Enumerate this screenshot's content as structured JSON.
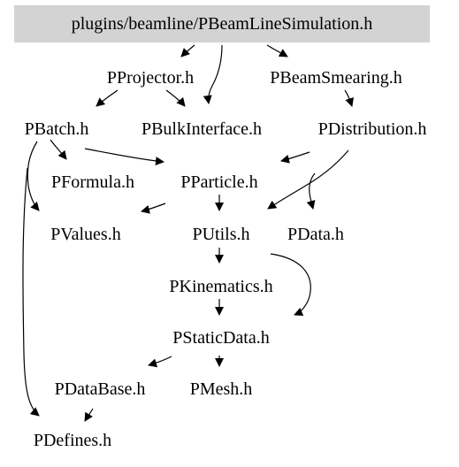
{
  "diagram": {
    "root": {
      "id": "root",
      "label": "plugins/beamline/PBeamLineSimulation.h"
    },
    "nodes": [
      {
        "id": "projector",
        "label": "PProjector.h"
      },
      {
        "id": "beamsmearing",
        "label": "PBeamSmearing.h"
      },
      {
        "id": "batch",
        "label": "PBatch.h"
      },
      {
        "id": "bulkinterface",
        "label": "PBulkInterface.h"
      },
      {
        "id": "distribution",
        "label": "PDistribution.h"
      },
      {
        "id": "formula",
        "label": "PFormula.h"
      },
      {
        "id": "particle",
        "label": "PParticle.h"
      },
      {
        "id": "values",
        "label": "PValues.h"
      },
      {
        "id": "utils",
        "label": "PUtils.h"
      },
      {
        "id": "data",
        "label": "PData.h"
      },
      {
        "id": "kinematics",
        "label": "PKinematics.h"
      },
      {
        "id": "staticdata",
        "label": "PStaticData.h"
      },
      {
        "id": "database",
        "label": "PDataBase.h"
      },
      {
        "id": "mesh",
        "label": "PMesh.h"
      },
      {
        "id": "defines",
        "label": "PDefines.h"
      }
    ],
    "edges": [
      {
        "from": "root",
        "to": "projector"
      },
      {
        "from": "root",
        "to": "bulkinterface"
      },
      {
        "from": "root",
        "to": "beamsmearing"
      },
      {
        "from": "projector",
        "to": "batch"
      },
      {
        "from": "projector",
        "to": "bulkinterface"
      },
      {
        "from": "batch",
        "to": "formula"
      },
      {
        "from": "batch",
        "to": "particle"
      },
      {
        "from": "batch",
        "to": "values"
      },
      {
        "from": "batch",
        "to": "defines"
      },
      {
        "from": "beamsmearing",
        "to": "distribution"
      },
      {
        "from": "distribution",
        "to": "particle"
      },
      {
        "from": "distribution",
        "to": "utils"
      },
      {
        "from": "distribution",
        "to": "data"
      },
      {
        "from": "particle",
        "to": "values"
      },
      {
        "from": "particle",
        "to": "utils"
      },
      {
        "from": "utils",
        "to": "kinematics"
      },
      {
        "from": "utils",
        "to": "staticdata"
      },
      {
        "from": "kinematics",
        "to": "staticdata"
      },
      {
        "from": "staticdata",
        "to": "database"
      },
      {
        "from": "staticdata",
        "to": "mesh"
      },
      {
        "from": "database",
        "to": "defines"
      }
    ]
  }
}
